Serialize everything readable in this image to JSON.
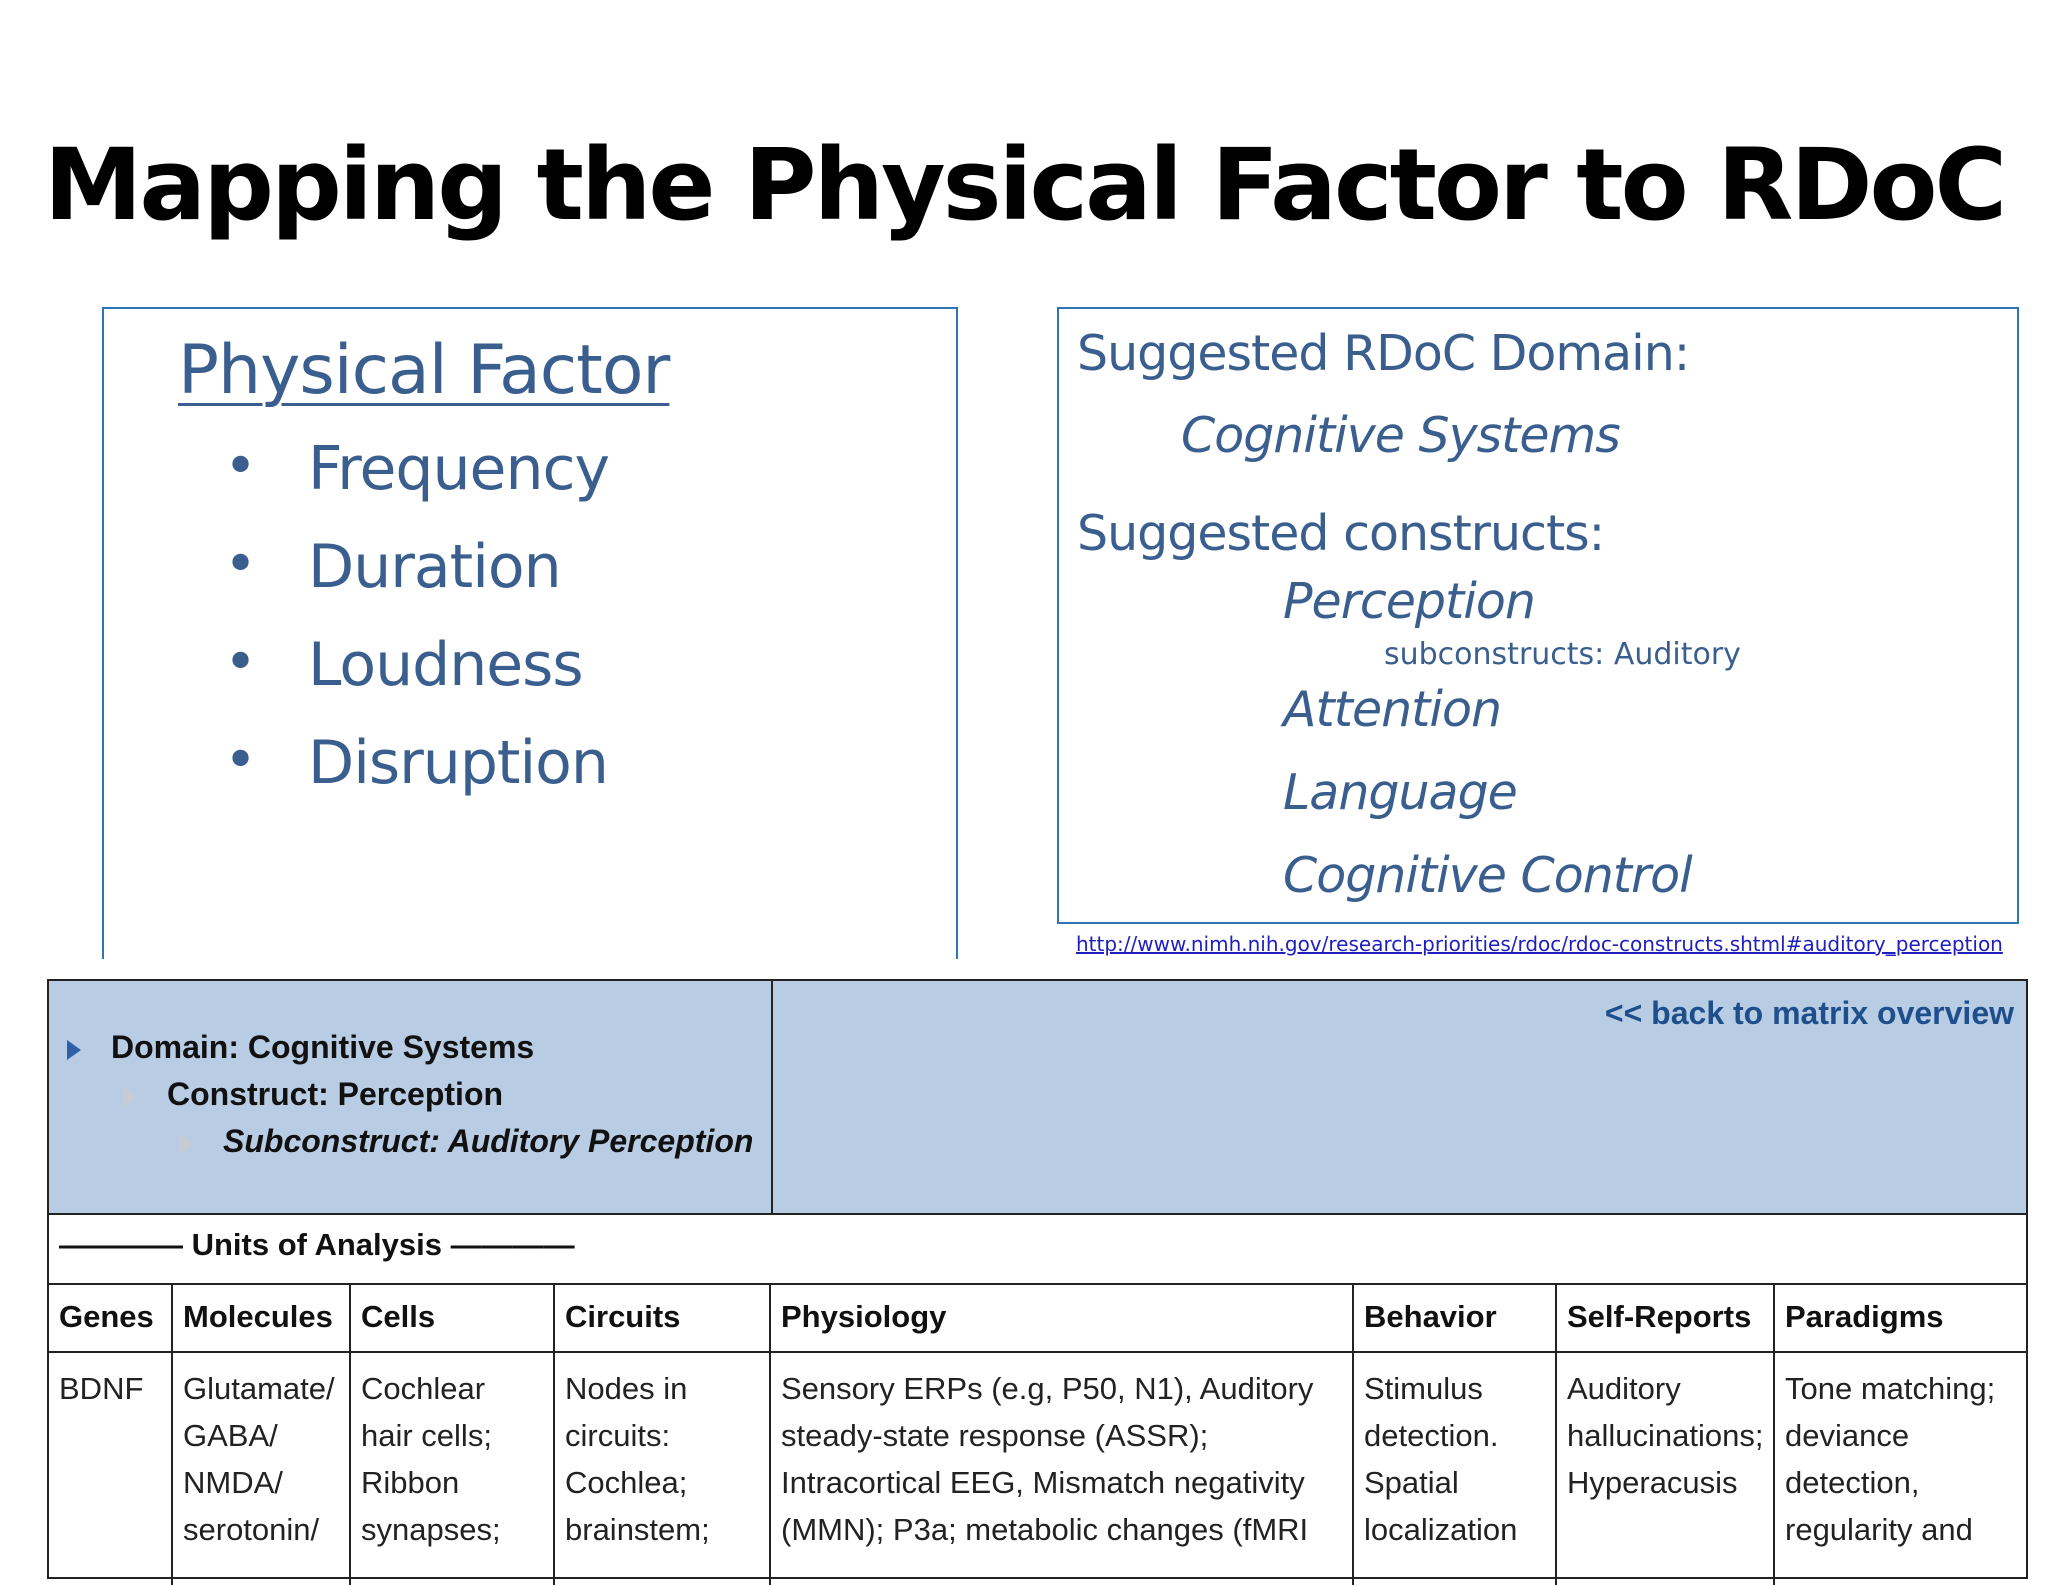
{
  "title": "Mapping the Physical Factor to RDoC",
  "left_panel": {
    "heading": "Physical Factor",
    "bullet_glyph": "•",
    "items": [
      "Frequency",
      "Duration",
      "Loudness",
      "Disruption"
    ]
  },
  "right_panel": {
    "domain_label": "Suggested RDoC Domain:",
    "domain_value": "Cognitive Systems",
    "constructs_label": "Suggested constructs:",
    "construct_1": "Perception",
    "subconstructs": "subconstructs:  Auditory",
    "construct_2": "Attention",
    "construct_3": "Language",
    "construct_4": "Cognitive Control"
  },
  "reference_link": "http://www.nimh.nih.gov/research-priorities/rdoc/rdoc-constructs.shtml#auditory_perception",
  "table": {
    "domain": "Domain: Cognitive Systems",
    "construct": "Construct: Perception",
    "subconstruct": "Subconstruct: Auditory Perception",
    "back_link": "<< back to matrix overview",
    "units_label": "———— Units of Analysis ————",
    "columns": [
      {
        "header": "Genes",
        "body": "BDNF"
      },
      {
        "header": "Molecules",
        "body": "Glutamate/ GABA/ NMDA/ serotonin/"
      },
      {
        "header": "Cells",
        "body": "Cochlear hair cells; Ribbon synapses;"
      },
      {
        "header": "Circuits",
        "body": "Nodes in circuits: Cochlea; brainstem;"
      },
      {
        "header": "Physiology",
        "body": "Sensory ERPs (e.g, P50, N1), Auditory steady-state response (ASSR); Intracortical EEG, Mismatch negativity (MMN); P3a; metabolic changes (fMRI"
      },
      {
        "header": "Behavior",
        "body": "Stimulus detection. Spatial localization"
      },
      {
        "header": "Self-Reports",
        "body": "Auditory hallucinations; Hyperacusis"
      },
      {
        "header": "Paradigms",
        "body": "Tone matching; deviance detection, regularity and"
      }
    ]
  }
}
